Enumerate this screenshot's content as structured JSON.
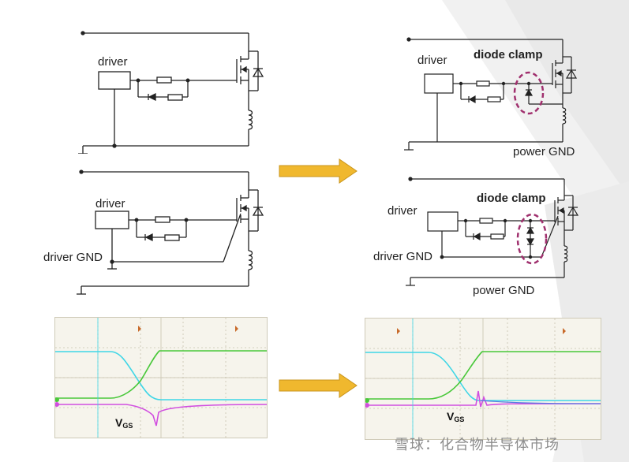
{
  "labels": {
    "driver": "driver",
    "driver_gnd": "driver GND",
    "power_gnd": "power GND",
    "diode_clamp": "diode clamp",
    "vgs_main": "V",
    "vgs_sub": "GS"
  },
  "watermark": "雪球：化合物半导体市场",
  "colors": {
    "arrow": "#f0b82e",
    "clamp_highlight": "#a0306e",
    "trace_cyan": "#3fd6e6",
    "trace_green": "#49c83a",
    "trace_magenta": "#d14ee0",
    "trace_blue": "#5a7be0"
  },
  "icons": [
    "arrow-right-icon",
    "diode-icon",
    "resistor-icon",
    "mosfet-icon",
    "inductor-icon",
    "ground-icon"
  ]
}
